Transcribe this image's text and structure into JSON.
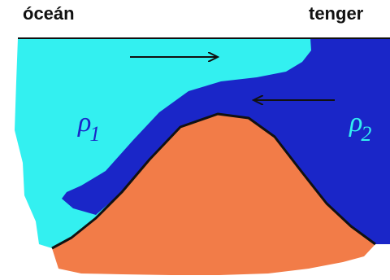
{
  "labels": {
    "left": "óceán",
    "right": "tenger"
  },
  "densities": {
    "rho1": {
      "symbol": "ρ",
      "index": "1"
    },
    "rho2": {
      "symbol": "ρ",
      "index": "2"
    }
  },
  "colors": {
    "ocean_water": "#33f0f0",
    "sea_water": "#1a26c8",
    "land": "#f27c48",
    "outline": "#111111",
    "rho1_text": "#1a26c8",
    "rho2_text": "#33f0f0"
  }
}
